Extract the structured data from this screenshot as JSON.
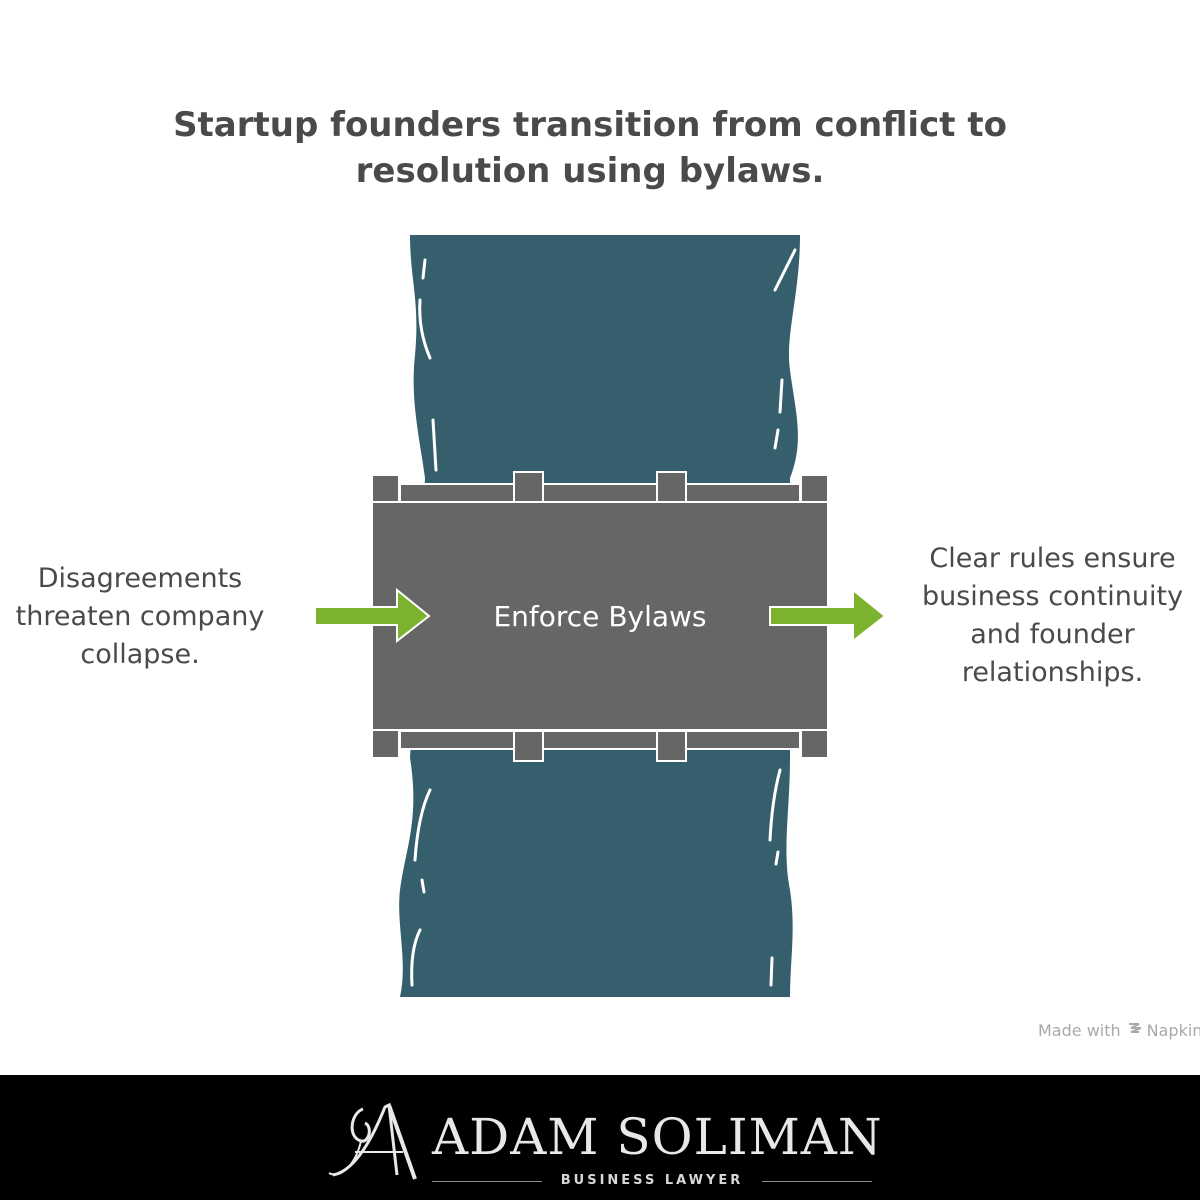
{
  "title": "Startup founders transition from conflict to resolution using bylaws.",
  "diagram": {
    "left_text": "Disagreements threaten company collapse.",
    "bridge_label": "Enforce Bylaws",
    "right_text": "Clear rules ensure business continuity and founder relationships."
  },
  "watermark": {
    "text": "Made with",
    "brand": "Napkin",
    "icon": "napkin-logo-icon"
  },
  "footer": {
    "brand_name": "ADAM SOLIMAN",
    "subtitle": "BUSINESS LAWYER",
    "logo_icon": "monogram-logo-icon"
  },
  "colors": {
    "river": "#365f6d",
    "bridge": "#666666",
    "arrow": "#7bb32e",
    "title_text": "#4a4a4a",
    "footer_bg": "#000000"
  }
}
